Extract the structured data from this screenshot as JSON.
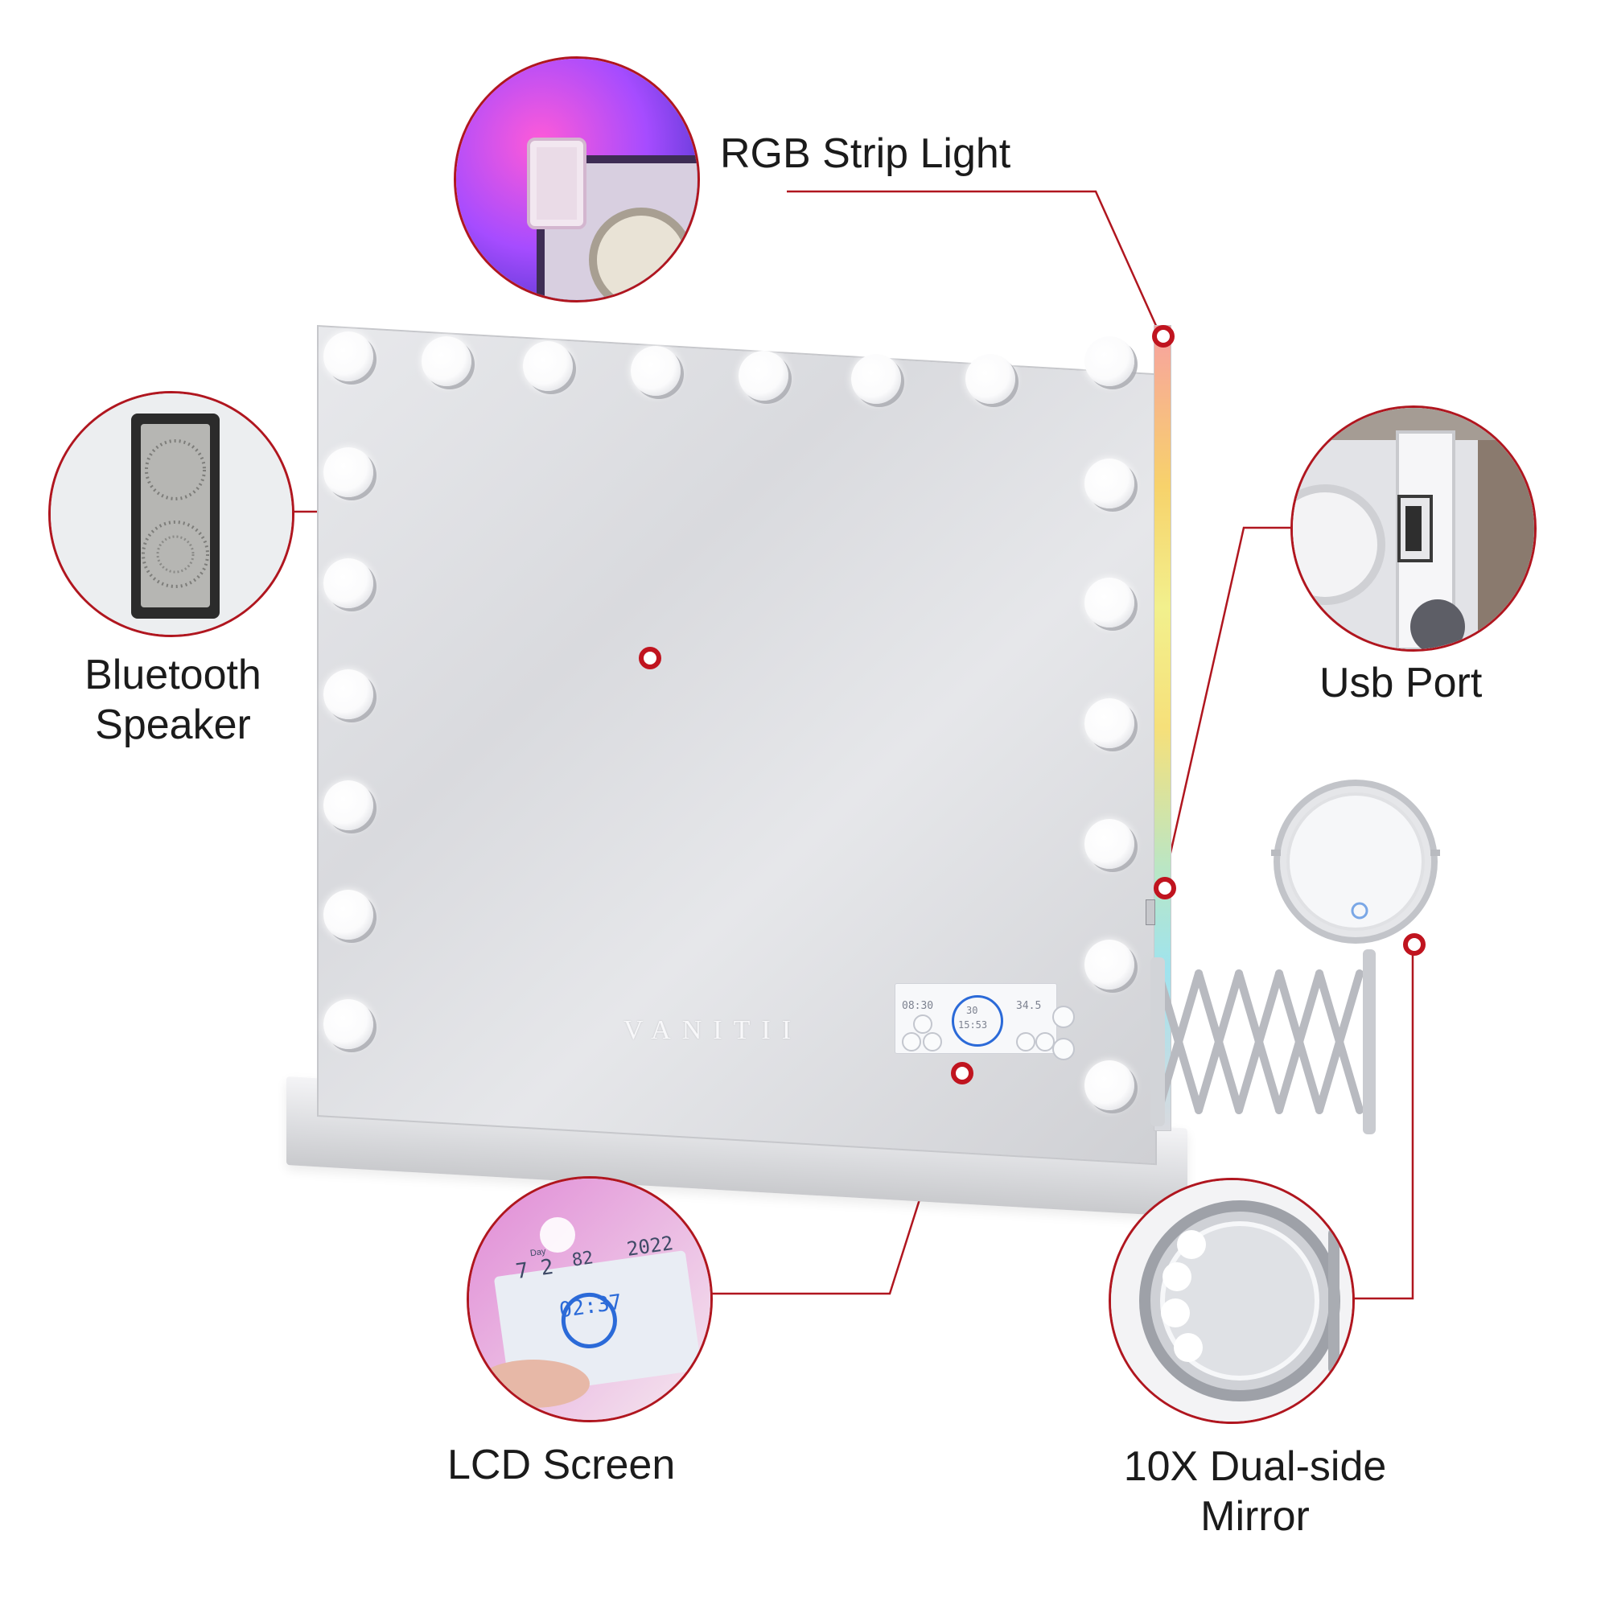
{
  "brand": {
    "logo_text": "VANITII"
  },
  "features": {
    "rgb_strip_light": {
      "label": "RGB Strip Light"
    },
    "bluetooth_speaker": {
      "label_line1": "Bluetooth",
      "label_line2": "Speaker"
    },
    "usb_port": {
      "label": "Usb Port"
    },
    "lcd_screen": {
      "label": "LCD Screen"
    },
    "dual_side_mirror": {
      "label_line1": "10X Dual-side",
      "label_line2": "Mirror"
    }
  },
  "touch_panel": {
    "readout_left": "08:30",
    "readout_center_top": "30",
    "readout_center_bottom": "15:53",
    "readout_right": "34.5"
  },
  "lcd_closeup": {
    "day_label": "Day",
    "date_value": "7 2",
    "temperature": "82",
    "time": "02:37",
    "year": "2022"
  },
  "colors": {
    "accent_red": "#c0141f",
    "callout_border": "#b0161f",
    "panel_ring_blue": "#2b6ad8"
  },
  "icons": [
    "bluetooth-icon",
    "power-icon",
    "clock-icon",
    "brightness-icon",
    "speaker-grille-icon",
    "usb-port-icon"
  ]
}
